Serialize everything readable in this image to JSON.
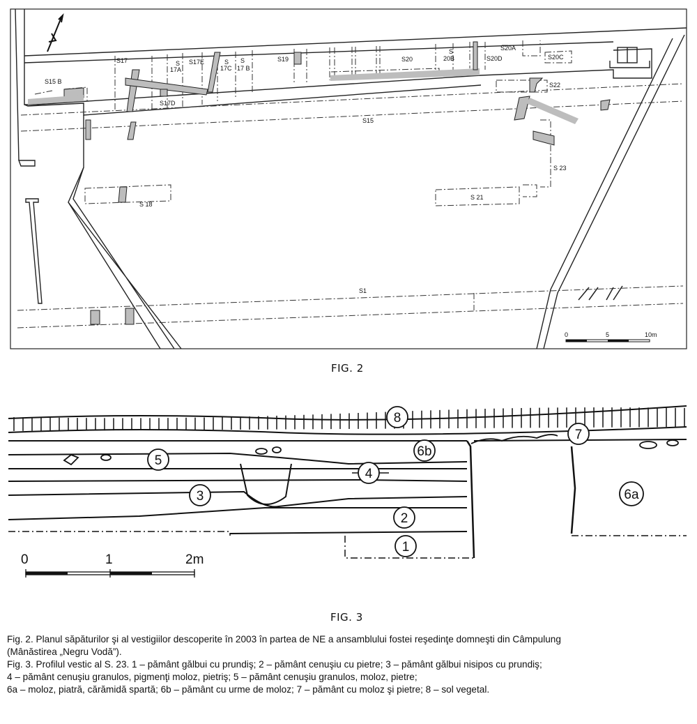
{
  "fig2": {
    "caption_label": "FIG. 2",
    "labels": {
      "s15b": "S15 B",
      "s17": "S17",
      "s17a_1": "S",
      "s17a_2": "17A",
      "s17e": "S17E",
      "s17c_1": "S",
      "s17c_2": "17C",
      "s17b_1": "S",
      "s17b_2": "17 B",
      "s17d": "S17D",
      "s19": "S19",
      "s20": "S20",
      "s20b_1": "S",
      "s20b_2": "20B",
      "s20a": "S20A",
      "s20d": "S20D",
      "s20c": "S20C",
      "s22": "S22",
      "s15": "S15",
      "s23": "S 23",
      "s21": "S 21",
      "s18": "S 18",
      "s1": "S1"
    },
    "scale": {
      "zero": "0",
      "mid": "5",
      "end": "10m"
    }
  },
  "fig3": {
    "caption_label": "FIG. 3",
    "layers": {
      "l1": "1",
      "l2": "2",
      "l3": "3",
      "l4": "4",
      "l5": "5",
      "l6a": "6a",
      "l6b": "6b",
      "l7": "7",
      "l8": "8"
    },
    "scale": {
      "zero": "0",
      "mid": "1",
      "end": "2m"
    }
  },
  "caption": {
    "line1": "Fig. 2. Planul săpăturilor şi al vestigiilor descoperite în 2003 în partea de NE a ansamblului fostei reşedinţe domneşti din Câmpulung",
    "line2": "(Mânăstirea „Negru Vodă”).",
    "line3": "Fig. 3. Profilul vestic al S. 23. 1 – pământ gălbui cu prundiş; 2 – pământ cenuşiu cu pietre; 3 – pământ gălbui nisipos cu prundiş;",
    "line4": "4 – pământ cenuşiu granulos, pigmenţi moloz, pietriş; 5 – pământ cenuşiu granulos, moloz, pietre;",
    "line5": "6a – moloz, piatră, cărămidă spartă; 6b – pământ cu urme de moloz; 7 – pământ cu moloz şi pietre; 8 – sol vegetal."
  }
}
